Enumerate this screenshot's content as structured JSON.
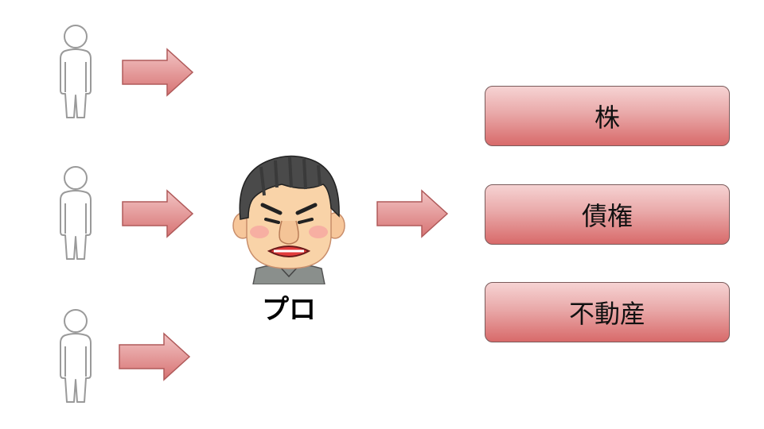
{
  "pro": {
    "label": "プロ"
  },
  "assets": [
    {
      "label": "株"
    },
    {
      "label": "債権"
    },
    {
      "label": "不動産"
    }
  ],
  "colors": {
    "arrow_fill_top": "#f2c4c4",
    "arrow_fill_bottom": "#d77373",
    "arrow_stroke": "#b05a5a",
    "person_outline": "#9a9a9a"
  }
}
